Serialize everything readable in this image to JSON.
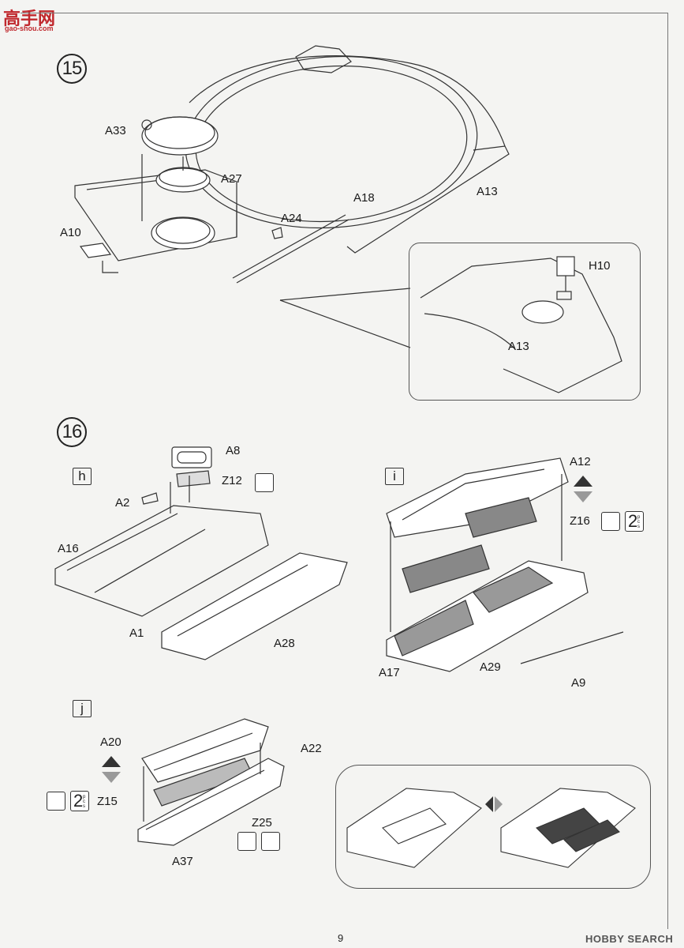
{
  "watermark": {
    "text": "高手网",
    "sub": "gao-shou.com"
  },
  "page_number": "9",
  "brand": "HOBBY SEARCH",
  "steps": [
    {
      "number": "15",
      "labels": [
        "A33",
        "A27",
        "A10",
        "A24",
        "A18",
        "A13"
      ],
      "inset": {
        "labels": [
          "H10",
          "A13"
        ]
      }
    },
    {
      "number": "16",
      "sub_h": {
        "tag": "h",
        "labels": [
          "A8",
          "Z12",
          "A2",
          "A16",
          "A1",
          "A28"
        ]
      },
      "sub_i": {
        "tag": "i",
        "labels": [
          "A12",
          "Z16",
          "A17",
          "A29",
          "A9"
        ],
        "count": "2",
        "count_unit": "pcs"
      },
      "sub_j": {
        "tag": "j",
        "labels": [
          "A20",
          "A22",
          "Z15",
          "Z25",
          "A37"
        ],
        "count": "2",
        "count_unit": "pcs"
      }
    }
  ]
}
